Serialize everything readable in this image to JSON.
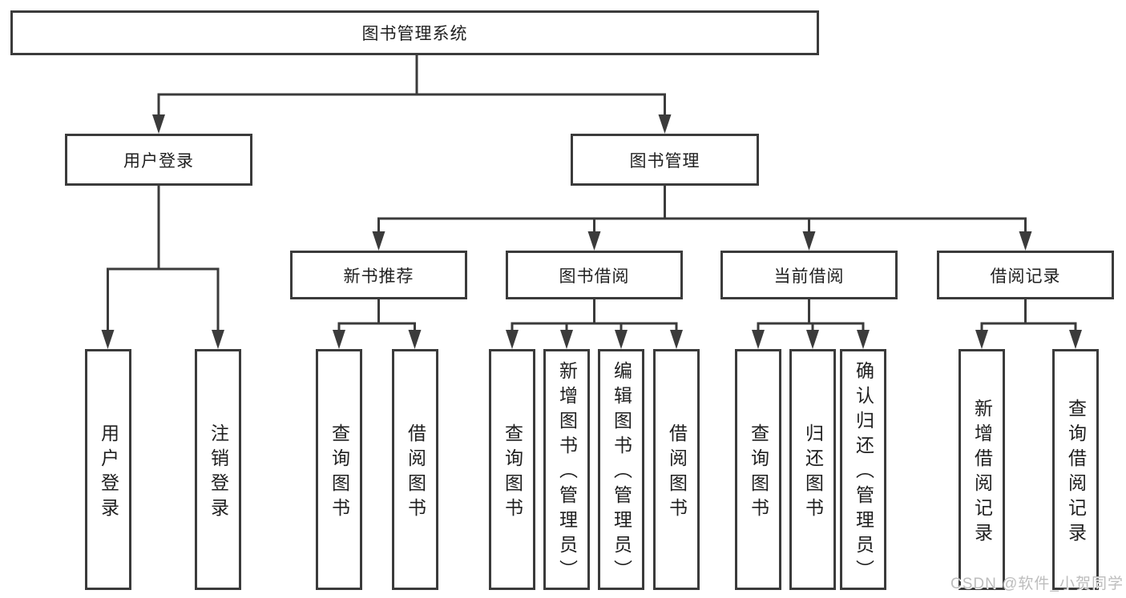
{
  "tree": {
    "label": "图书管理系统",
    "children": [
      {
        "label": "用户登录",
        "children": [
          {
            "label": "用户登录"
          },
          {
            "label": "注销登录"
          }
        ]
      },
      {
        "label": "图书管理",
        "children": [
          {
            "label": "新书推荐",
            "children": [
              {
                "label": "查询图书"
              },
              {
                "label": "借阅图书"
              }
            ]
          },
          {
            "label": "图书借阅",
            "children": [
              {
                "label": "查询图书"
              },
              {
                "label": "新增图书（管理员）"
              },
              {
                "label": "编辑图书（管理员）"
              },
              {
                "label": "借阅图书"
              }
            ]
          },
          {
            "label": "当前借阅",
            "children": [
              {
                "label": "查询图书"
              },
              {
                "label": "归还图书"
              },
              {
                "label": "确认归还（管理员）"
              }
            ]
          },
          {
            "label": "借阅记录",
            "children": [
              {
                "label": "新增借阅记录"
              },
              {
                "label": "查询借阅记录"
              }
            ]
          }
        ]
      }
    ]
  },
  "watermark": {
    "text": "CSDN @软件_小贺同学"
  },
  "colors": {
    "line": "#3b3b3b",
    "text": "#1f1f1f",
    "background": "#ffffff",
    "watermark": "#bdbdbd"
  }
}
